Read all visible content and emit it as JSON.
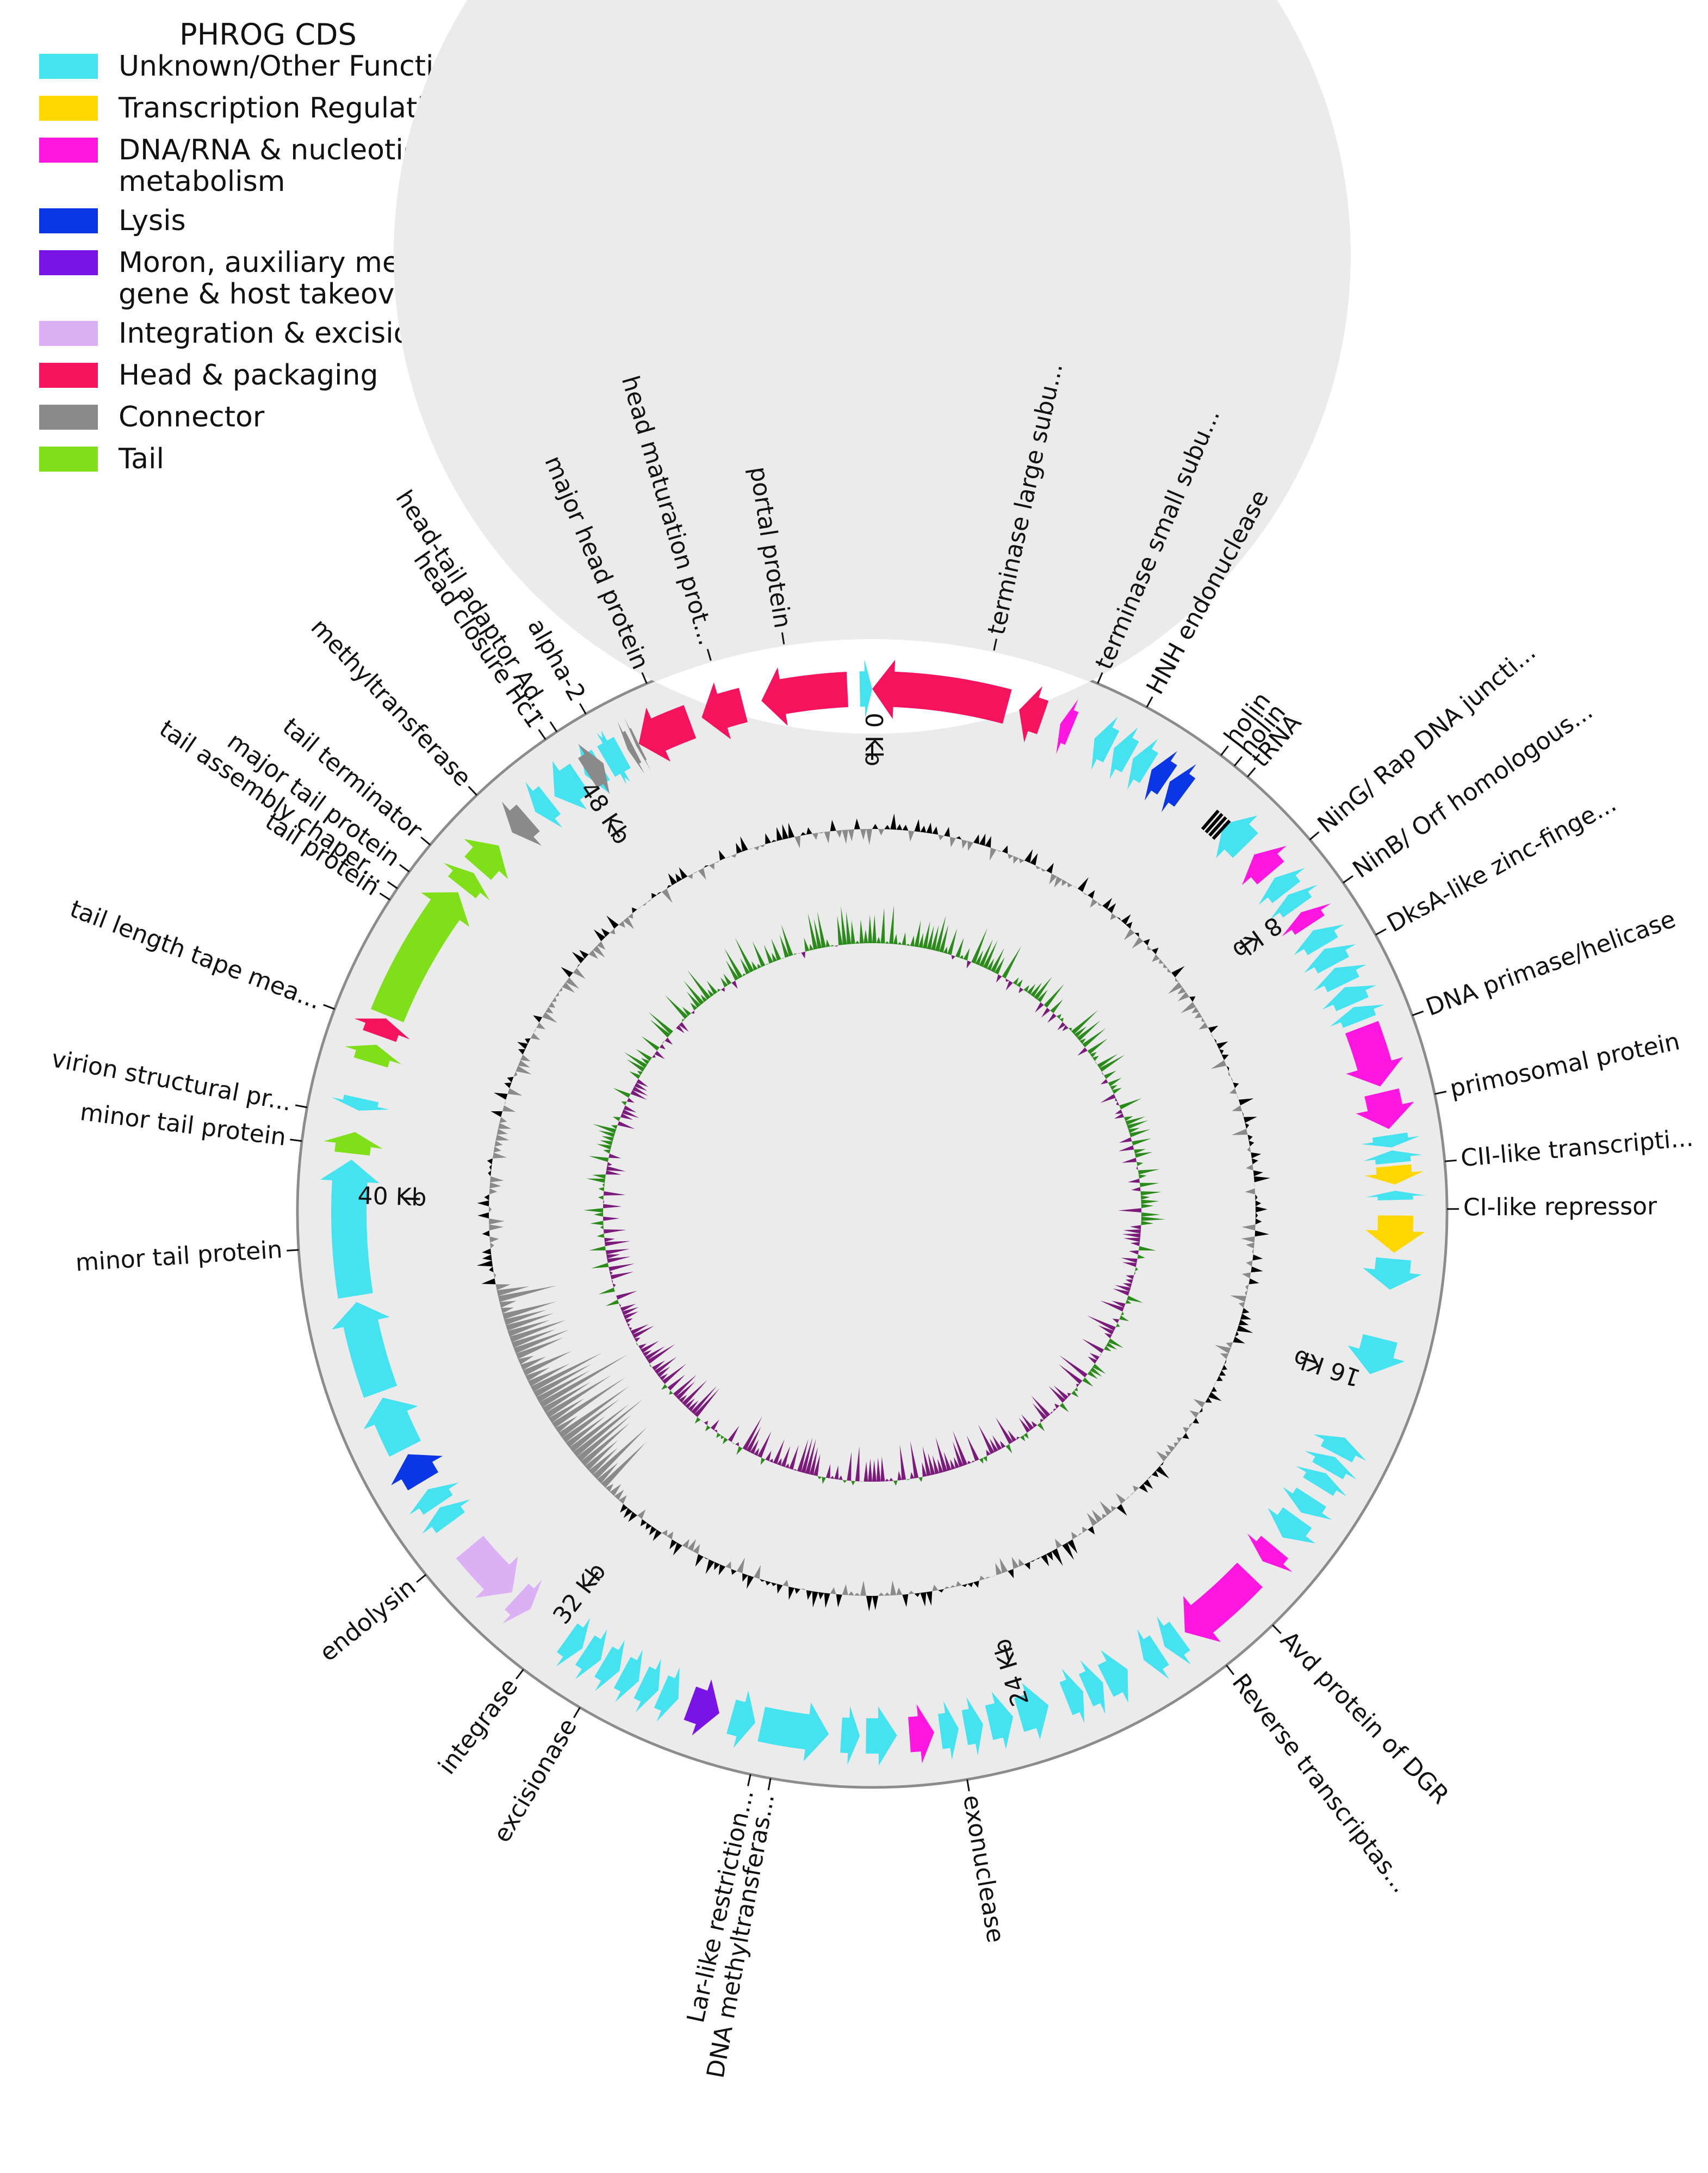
{
  "legend": {
    "title": "PHROG CDS",
    "items": [
      {
        "lines": [
          "Unknown/Other Function"
        ],
        "color": "#45e3f0"
      },
      {
        "lines": [
          "Transcription Regulation"
        ],
        "color": "#ffd700"
      },
      {
        "lines": [
          "DNA/RNA & nucleotide",
          " metabolism"
        ],
        "color": "#ff16e0"
      },
      {
        "lines": [
          "Lysis"
        ],
        "color": "#0a36e6"
      },
      {
        "lines": [
          "Moron, auxiliary metabolic",
          " gene & host takeover"
        ],
        "color": "#7a14e6"
      },
      {
        "lines": [
          "Integration & excision"
        ],
        "color": "#dcb0f5"
      },
      {
        "lines": [
          "Head & packaging"
        ],
        "color": "#f5135e"
      },
      {
        "lines": [
          "Connector"
        ],
        "color": "#8a8a8a"
      },
      {
        "lines": [
          "Tail"
        ],
        "color": "#7fe01a"
      }
    ]
  },
  "genome": {
    "length_kb": 53,
    "kb_ticks": [
      {
        "kb": 0,
        "label": "0 Kb"
      },
      {
        "kb": 8,
        "label": "8 Kb"
      },
      {
        "kb": 16,
        "label": "16 Kb"
      },
      {
        "kb": 24,
        "label": "24 Kb"
      },
      {
        "kb": 32,
        "label": "32 Kb"
      },
      {
        "kb": 40,
        "label": "40 Kb"
      },
      {
        "kb": 48,
        "label": "48 Kb"
      }
    ],
    "gene_labels": [
      {
        "kb": 1.8,
        "text": "terminase large subu..."
      },
      {
        "kb": 3.4,
        "text": "terminase small subu..."
      },
      {
        "kb": 4.2,
        "text": "HNH endonuclease"
      },
      {
        "kb": 5.5,
        "text": "holin"
      },
      {
        "kb": 5.75,
        "text": "holin"
      },
      {
        "kb": 6.0,
        "text": "tRNA"
      },
      {
        "kb": 7.3,
        "text": "NinG/ Rap DNA juncti..."
      },
      {
        "kb": 8.1,
        "text": "NinB/ Orf homologous..."
      },
      {
        "kb": 9.0,
        "text": "DksA-like zinc-finge..."
      },
      {
        "kb": 10.3,
        "text": "DNA primase/helicase"
      },
      {
        "kb": 11.5,
        "text": "primosomal protein"
      },
      {
        "kb": 12.5,
        "text": "CII-like transcripti..."
      },
      {
        "kb": 13.2,
        "text": "CI-like repressor"
      },
      {
        "kb": 20.0,
        "text": "Avd protein of DGR"
      },
      {
        "kb": 20.9,
        "text": "Reverse transcriptas..."
      },
      {
        "kb": 25.1,
        "text": "exonuclease"
      },
      {
        "kb": 28.0,
        "text": "DNA methyltransferas..."
      },
      {
        "kb": 28.3,
        "text": "Lar-like restriction..."
      },
      {
        "kb": 31.0,
        "text": "excisionase"
      },
      {
        "kb": 32.0,
        "text": "integrase"
      },
      {
        "kb": 34.0,
        "text": "endolysin"
      },
      {
        "kb": 39.2,
        "text": "minor tail protein"
      },
      {
        "kb": 40.8,
        "text": "minor tail protein"
      },
      {
        "kb": 41.3,
        "text": "virion structural pr..."
      },
      {
        "kb": 42.8,
        "text": "tail length tape mea..."
      },
      {
        "kb": 44.6,
        "text": "tail protein"
      },
      {
        "kb": 44.8,
        "text": "tail assembly chaper..."
      },
      {
        "kb": 45.1,
        "text": "major tail protein"
      },
      {
        "kb": 45.6,
        "text": "tail terminator"
      },
      {
        "kb": 46.6,
        "text": "methyltransferase"
      },
      {
        "kb": 47.9,
        "text": "head closure Hc1"
      },
      {
        "kb": 48.1,
        "text": "head-tail adaptor Ad..."
      },
      {
        "kb": 48.6,
        "text": "alpha-2"
      },
      {
        "kb": 49.6,
        "text": "major head protein"
      },
      {
        "kb": 50.6,
        "text": "head maturation prot..."
      },
      {
        "kb": 51.7,
        "text": "portal protein"
      }
    ],
    "cds": [
      {
        "start": 52.8,
        "end": 53.0,
        "strand": 1,
        "cat": 0
      },
      {
        "start": 0.0,
        "end": 2.2,
        "strand": -1,
        "cat": 6
      },
      {
        "start": 2.4,
        "end": 2.8,
        "strand": -1,
        "cat": 6
      },
      {
        "start": 51.2,
        "end": 52.6,
        "strand": -1,
        "cat": 6
      },
      {
        "start": 50.2,
        "end": 50.9,
        "strand": -1,
        "cat": 6
      },
      {
        "start": 49.1,
        "end": 50.0,
        "strand": -1,
        "cat": 6
      },
      {
        "start": 3.1,
        "end": 3.3,
        "strand": -1,
        "cat": 2
      },
      {
        "start": 3.7,
        "end": 4.0,
        "strand": -1,
        "cat": 0
      },
      {
        "start": 4.05,
        "end": 4.35,
        "strand": -1,
        "cat": 0
      },
      {
        "start": 4.4,
        "end": 4.7,
        "strand": -1,
        "cat": 0
      },
      {
        "start": 4.75,
        "end": 5.05,
        "strand": -1,
        "cat": 3
      },
      {
        "start": 5.1,
        "end": 5.4,
        "strand": -1,
        "cat": 3
      },
      {
        "start": 6.2,
        "end": 6.7,
        "strand": -1,
        "cat": 0
      },
      {
        "start": 6.9,
        "end": 7.3,
        "strand": -1,
        "cat": 2
      },
      {
        "start": 7.4,
        "end": 7.7,
        "strand": -1,
        "cat": 0
      },
      {
        "start": 7.75,
        "end": 8.0,
        "strand": -1,
        "cat": 0
      },
      {
        "start": 8.1,
        "end": 8.35,
        "strand": -1,
        "cat": 2
      },
      {
        "start": 8.45,
        "end": 8.75,
        "strand": -1,
        "cat": 0
      },
      {
        "start": 8.8,
        "end": 9.1,
        "strand": -1,
        "cat": 0
      },
      {
        "start": 9.15,
        "end": 9.45,
        "strand": -1,
        "cat": 0
      },
      {
        "start": 9.5,
        "end": 9.8,
        "strand": -1,
        "cat": 0
      },
      {
        "start": 9.85,
        "end": 10.1,
        "strand": -1,
        "cat": 0
      },
      {
        "start": 10.2,
        "end": 11.2,
        "strand": 1,
        "cat": 2
      },
      {
        "start": 11.3,
        "end": 11.9,
        "strand": 1,
        "cat": 2
      },
      {
        "start": 12.0,
        "end": 12.2,
        "strand": 1,
        "cat": 0
      },
      {
        "start": 12.25,
        "end": 12.45,
        "strand": -1,
        "cat": 0
      },
      {
        "start": 12.5,
        "end": 12.8,
        "strand": 1,
        "cat": 1
      },
      {
        "start": 12.9,
        "end": 13.05,
        "strand": -1,
        "cat": 0
      },
      {
        "start": 13.3,
        "end": 13.9,
        "strand": 1,
        "cat": 1
      },
      {
        "start": 14.0,
        "end": 14.5,
        "strand": 1,
        "cat": 0
      },
      {
        "start": 15.3,
        "end": 15.9,
        "strand": 1,
        "cat": 0
      },
      {
        "start": 17.0,
        "end": 17.3,
        "strand": -1,
        "cat": 0
      },
      {
        "start": 17.35,
        "end": 17.6,
        "strand": -1,
        "cat": 0
      },
      {
        "start": 17.65,
        "end": 17.9,
        "strand": -1,
        "cat": 0
      },
      {
        "start": 18.1,
        "end": 18.4,
        "strand": 1,
        "cat": 0
      },
      {
        "start": 18.5,
        "end": 18.9,
        "strand": 1,
        "cat": 0
      },
      {
        "start": 19.1,
        "end": 19.4,
        "strand": 1,
        "cat": 2
      },
      {
        "start": 19.7,
        "end": 21.1,
        "strand": 1,
        "cat": 2
      },
      {
        "start": 21.2,
        "end": 21.5,
        "strand": 1,
        "cat": 0
      },
      {
        "start": 21.6,
        "end": 21.9,
        "strand": 1,
        "cat": 0
      },
      {
        "start": 22.2,
        "end": 22.6,
        "strand": -1,
        "cat": 0
      },
      {
        "start": 22.65,
        "end": 22.95,
        "strand": -1,
        "cat": 0
      },
      {
        "start": 23.0,
        "end": 23.3,
        "strand": -1,
        "cat": 0
      },
      {
        "start": 23.6,
        "end": 24.1,
        "strand": -1,
        "cat": 0
      },
      {
        "start": 24.2,
        "end": 24.6,
        "strand": -1,
        "cat": 0
      },
      {
        "start": 24.7,
        "end": 25.0,
        "strand": -1,
        "cat": 0
      },
      {
        "start": 25.1,
        "end": 25.4,
        "strand": -1,
        "cat": 0
      },
      {
        "start": 25.5,
        "end": 25.9,
        "strand": -1,
        "cat": 2
      },
      {
        "start": 26.1,
        "end": 26.6,
        "strand": -1,
        "cat": 0
      },
      {
        "start": 26.7,
        "end": 27.0,
        "strand": -1,
        "cat": 0
      },
      {
        "start": 27.2,
        "end": 28.3,
        "strand": -1,
        "cat": 0
      },
      {
        "start": 28.4,
        "end": 28.8,
        "strand": -1,
        "cat": 0
      },
      {
        "start": 29.0,
        "end": 29.5,
        "strand": -1,
        "cat": 4
      },
      {
        "start": 29.7,
        "end": 30.0,
        "strand": -1,
        "cat": 0
      },
      {
        "start": 30.05,
        "end": 30.35,
        "strand": -1,
        "cat": 0
      },
      {
        "start": 30.4,
        "end": 30.7,
        "strand": -1,
        "cat": 0
      },
      {
        "start": 30.75,
        "end": 31.05,
        "strand": -1,
        "cat": 0
      },
      {
        "start": 31.1,
        "end": 31.4,
        "strand": -1,
        "cat": 0
      },
      {
        "start": 31.45,
        "end": 31.75,
        "strand": -1,
        "cat": 0
      },
      {
        "start": 32.5,
        "end": 32.8,
        "strand": -1,
        "cat": 5
      },
      {
        "start": 32.9,
        "end": 33.9,
        "strand": -1,
        "cat": 5
      },
      {
        "start": 34.4,
        "end": 34.7,
        "strand": 1,
        "cat": 0
      },
      {
        "start": 34.75,
        "end": 35.05,
        "strand": 1,
        "cat": 0
      },
      {
        "start": 35.2,
        "end": 35.7,
        "strand": 1,
        "cat": 3
      },
      {
        "start": 35.8,
        "end": 36.7,
        "strand": 1,
        "cat": 0
      },
      {
        "start": 36.8,
        "end": 38.3,
        "strand": 1,
        "cat": 0
      },
      {
        "start": 38.4,
        "end": 40.6,
        "strand": 1,
        "cat": 0
      },
      {
        "start": 40.7,
        "end": 41.05,
        "strand": 1,
        "cat": 8
      },
      {
        "start": 41.4,
        "end": 41.6,
        "strand": -1,
        "cat": 0
      },
      {
        "start": 42.2,
        "end": 42.5,
        "strand": 1,
        "cat": 8
      },
      {
        "start": 42.65,
        "end": 42.95,
        "strand": 1,
        "cat": 6
      },
      {
        "start": 43.0,
        "end": 45.3,
        "strand": 1,
        "cat": 8
      },
      {
        "start": 45.4,
        "end": 45.7,
        "strand": 1,
        "cat": 8
      },
      {
        "start": 45.8,
        "end": 46.3,
        "strand": 1,
        "cat": 8
      },
      {
        "start": 46.6,
        "end": 46.95,
        "strand": -1,
        "cat": 7
      },
      {
        "start": 47.1,
        "end": 47.4,
        "strand": -1,
        "cat": 0
      },
      {
        "start": 47.5,
        "end": 48.0,
        "strand": -1,
        "cat": 0
      },
      {
        "start": 48.1,
        "end": 48.4,
        "strand": -1,
        "cat": 0
      },
      {
        "start": 48.5,
        "end": 48.8,
        "strand": -1,
        "cat": 0
      },
      {
        "start": 48.9,
        "end": 49.0,
        "strand": -1,
        "cat": 7
      },
      {
        "start": 49.05,
        "end": 49.1,
        "strand": -1,
        "cat": 7
      },
      {
        "start": 48.15,
        "end": 48.45,
        "strand": 1,
        "cat": 7
      },
      {
        "start": 48.5,
        "end": 48.75,
        "strand": 1,
        "cat": 0
      }
    ],
    "trna_kb": 6.0,
    "gc_content_colors": {
      "pos": "#000000",
      "neg": "#8a8a8a"
    },
    "gc_skew_colors": {
      "pos": "#2a8a1a",
      "neg": "#7a1a7a"
    }
  }
}
